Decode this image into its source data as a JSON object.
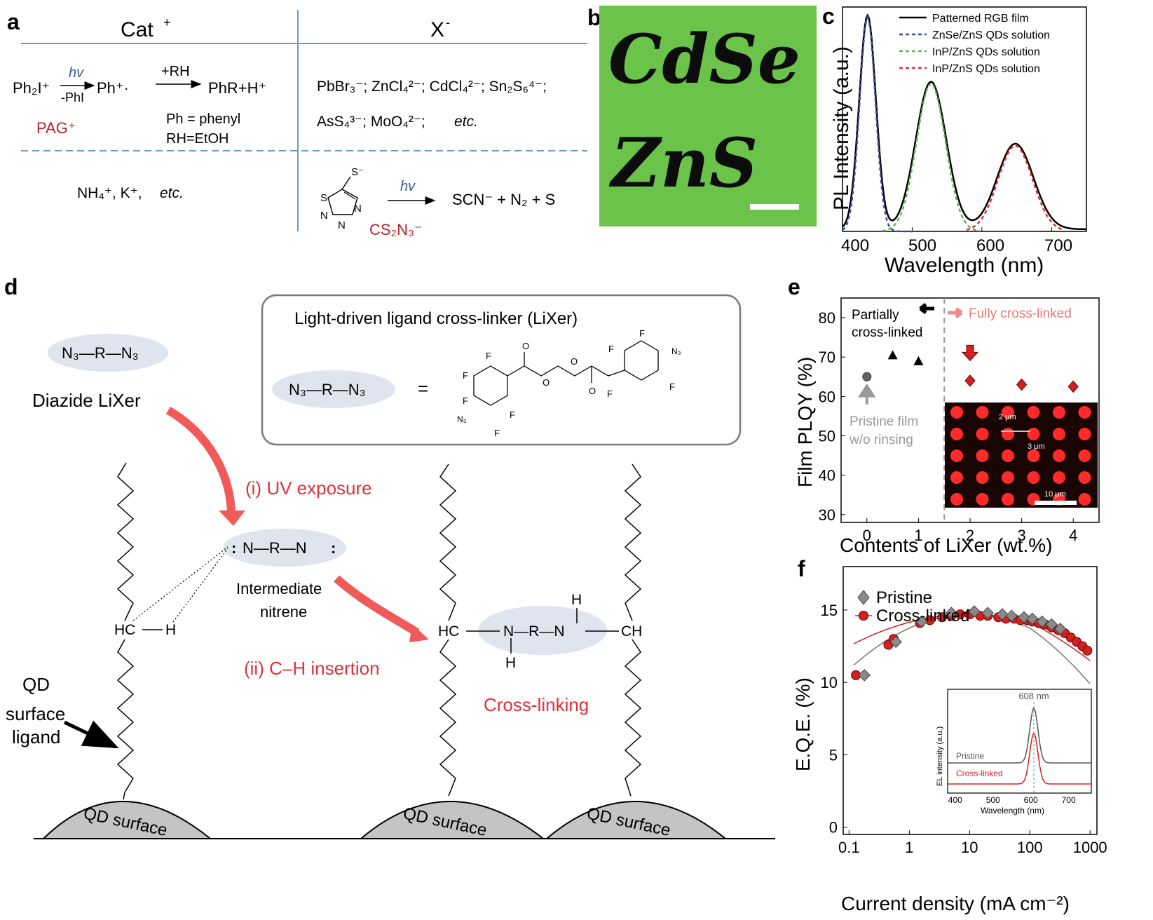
{
  "panel_labels": {
    "a": "a",
    "b": "b",
    "c": "c",
    "d": "d",
    "e": "e",
    "f": "f"
  },
  "colors": {
    "red_text": "#b5232a",
    "blue_line": "#6b9bc0",
    "arrow_red": "#f15a5a",
    "ellipse": "#dfe4ef",
    "green_film": "#6cc34a"
  },
  "panel_a": {
    "cat_header": "Cat",
    "cat_sup": "+",
    "x_header": "X",
    "x_sup": "-",
    "reaction_reactant": "Ph₂I⁺",
    "hv": "hv",
    "minus_phi": "-PhI",
    "ph_radical": "Ph⁺·",
    "plus_rh": "+RH",
    "product": "PhR+H⁺",
    "pag": "PAG⁺",
    "ph_def": "Ph = phenyl",
    "rh_def": "RH=EtOH",
    "anions_line1": "PbBr₃⁻;  ZnCl₄²⁻;  CdCl₄²⁻; Sn₂S₆⁴⁻;",
    "anions_line2": "AsS₄³⁻;  MoO₄²⁻;",
    "etc": "etc.",
    "cations": "NH₄⁺, K⁺,",
    "cs2n3_products": "SCN⁻ + N₂ + S",
    "cs2n3_label": "CS₂N₃⁻",
    "ring_atoms": {
      "s_top": "S⁻",
      "s_ring": "S",
      "n1": "N",
      "n2": "N",
      "n3": "N"
    }
  },
  "panel_b": {
    "word1": "CdSe",
    "word2": "ZnS"
  },
  "panel_c": {
    "xlabel": "Wavelength (nm)",
    "ylabel": "PL Intensity (a.u.)",
    "xticks": [
      "400",
      "500",
      "600",
      "700"
    ],
    "legend": [
      "Patterned RGB film",
      "ZnSe/ZnS QDs solution",
      "InP/ZnS QDs solution",
      "InP/ZnS QDs solution"
    ]
  },
  "panel_d": {
    "box_title": "Light-driven ligand cross-linker (LiXer)",
    "n3rn3": "N₃—R—N₃",
    "equals": "=",
    "diazide": "Diazide LiXer",
    "uv": "(i) UV exposure",
    "nitrene": "N—R—N",
    "intermediate": "Intermediate",
    "nitrene_word": "nitrene",
    "hc": "HC",
    "h": "H",
    "ch_insertion": "(ii) C–H insertion",
    "crosslinked_chain": "N—R—N",
    "ch": "CH",
    "crosslinking": "Cross-linking",
    "qd_label_1": "QD",
    "qd_label_2": "surface",
    "qd_label_3": "ligand",
    "qd_surface": "QD surface",
    "mol_F": "F",
    "mol_O": "O",
    "mol_N3": "N₃"
  },
  "chart_data": [
    {
      "panel": "c",
      "type": "line",
      "xlabel": "Wavelength (nm)",
      "ylabel": "PL Intensity (a.u.)",
      "xlim": [
        400,
        750
      ],
      "series": [
        {
          "name": "Patterned RGB film",
          "color": "#000000",
          "peaks": [
            {
              "center": 436,
              "height": 1.0
            },
            {
              "center": 527,
              "height": 0.69
            },
            {
              "center": 648,
              "height": 0.4
            }
          ]
        },
        {
          "name": "ZnSe/ZnS QDs solution",
          "color": "#3b4fa0",
          "peak": {
            "center": 436,
            "height": 1.0
          }
        },
        {
          "name": "InP/ZnS QDs solution",
          "color": "#58b84a",
          "peak": {
            "center": 527,
            "height": 0.69
          }
        },
        {
          "name": "InP/ZnS QDs solution",
          "color": "#e0303a",
          "peak": {
            "center": 648,
            "height": 0.4
          }
        }
      ]
    },
    {
      "panel": "e",
      "type": "scatter",
      "xlabel": "Contents of LiXer (wt.%)",
      "ylabel": "Film PLQY (%)",
      "xlim": [
        -0.5,
        4.5
      ],
      "ylim": [
        28,
        85
      ],
      "xticks": [
        0,
        1,
        2,
        3,
        4
      ],
      "yticks": [
        30,
        40,
        50,
        60,
        70,
        80
      ],
      "divider_x": 1.5,
      "left_label": [
        "Partially",
        "cross-linked"
      ],
      "right_label": "Fully cross-linked",
      "pristine_label": [
        "Pristine film",
        "w/o rinsing"
      ],
      "inset_labels": {
        "gap": "2 μm",
        "pitch": "3 μm",
        "scale": "10 μm"
      },
      "series": [
        {
          "name": "pristine",
          "x": [
            0
          ],
          "y": [
            65
          ]
        },
        {
          "name": "partially",
          "x": [
            0.5,
            1
          ],
          "y": [
            70.5,
            69
          ]
        },
        {
          "name": "fully",
          "x": [
            2,
            3,
            4
          ],
          "y": [
            64,
            63,
            62.5
          ]
        }
      ]
    },
    {
      "panel": "f",
      "type": "scatter",
      "xscale": "log",
      "xlabel": "Current density (mA cm⁻²)",
      "ylabel": "E.Q.E. (%)",
      "xlim": [
        0.1,
        1000
      ],
      "ylim": [
        -0.5,
        18
      ],
      "xticks": [
        "0.1",
        "1",
        "10",
        "100",
        "1000"
      ],
      "yticks": [
        0,
        5,
        10,
        15
      ],
      "series": [
        {
          "name": "Pristine",
          "x": [
            0.18,
            0.6,
            1.6,
            5,
            12,
            20,
            35,
            50,
            80,
            110,
            160,
            230,
            320
          ],
          "y": [
            10.5,
            12.8,
            14.2,
            14.8,
            14.9,
            14.8,
            14.7,
            14.6,
            14.5,
            14.4,
            14.2,
            14.0,
            13.7
          ]
        },
        {
          "name": "Cross-linked",
          "x": [
            0.13,
            0.45,
            0.55,
            1.5,
            2.2,
            3.5,
            5,
            7,
            10,
            15,
            20,
            30,
            40,
            55,
            70,
            90,
            110,
            140,
            180,
            230,
            300,
            380,
            480,
            600,
            750,
            900
          ],
          "y": [
            10.5,
            12.6,
            13.0,
            14.1,
            14.3,
            14.5,
            14.6,
            14.7,
            14.7,
            14.6,
            14.6,
            14.5,
            14.4,
            14.4,
            14.3,
            14.3,
            14.2,
            14.1,
            14.0,
            13.8,
            13.6,
            13.4,
            13.1,
            12.8,
            12.5,
            12.2
          ]
        }
      ],
      "inset": {
        "xlabel": "Wavelength (nm)",
        "ylabel": "EL intensity (a.u.)",
        "xticks": [
          "400",
          "500",
          "600",
          "700"
        ],
        "peak_label": "608 nm",
        "series_labels": [
          "Pristine",
          "Cross-linked"
        ]
      }
    }
  ]
}
